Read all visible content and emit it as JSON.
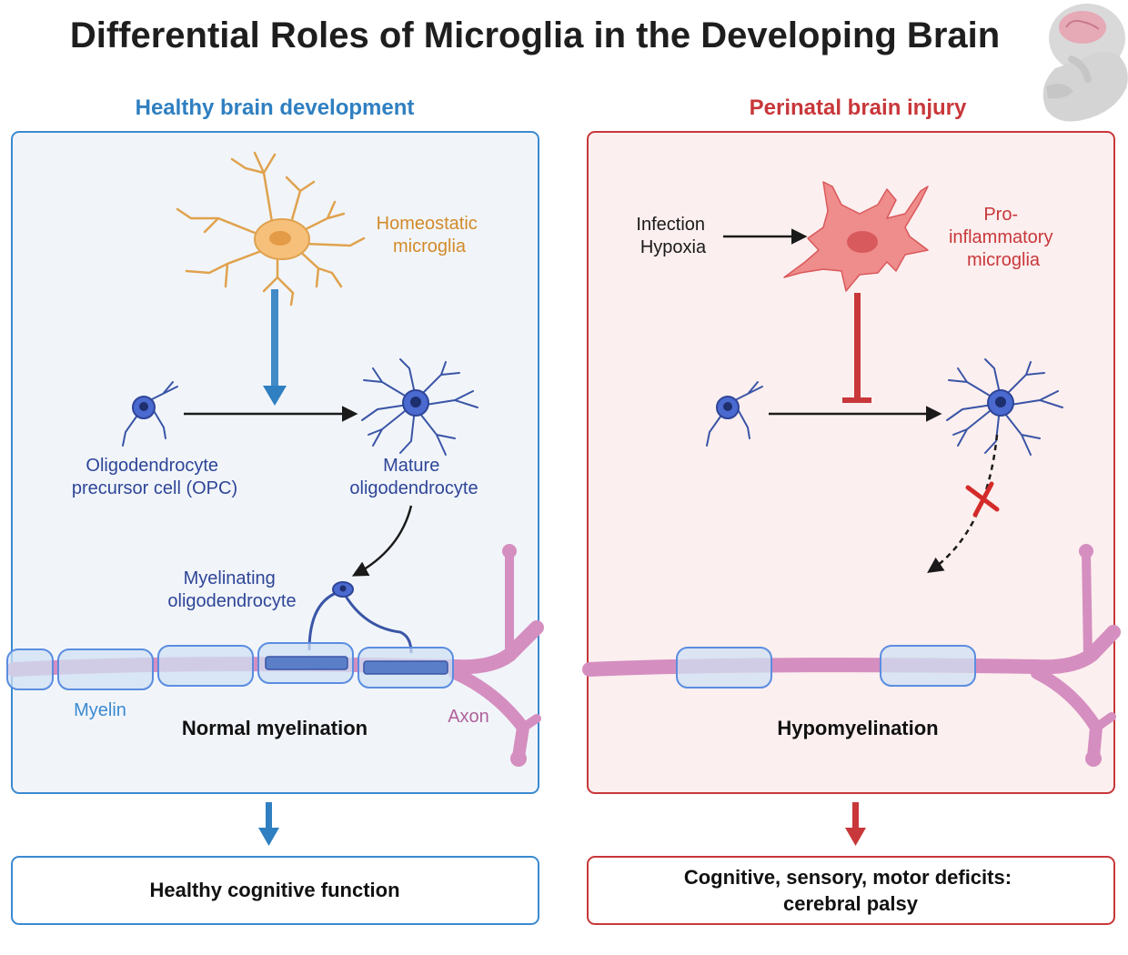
{
  "title": "Differential Roles of Microglia in the Developing Brain",
  "left": {
    "header": "Healthy brain development",
    "microglia_label": [
      "Homeostatic",
      "microglia"
    ],
    "opc_label": [
      "Oligodendrocyte",
      "precursor cell (OPC)"
    ],
    "mature_label": [
      "Mature",
      "oligodendrocyte"
    ],
    "myelinating_label": [
      "Myelinating",
      "oligodendrocyte"
    ],
    "myelin_label": "Myelin",
    "axon_label": "Axon",
    "result": "Normal myelination",
    "outcome": "Healthy cognitive function"
  },
  "right": {
    "header": "Perinatal brain injury",
    "triggers": [
      "Infection",
      "Hypoxia"
    ],
    "microglia_label": [
      "Pro-",
      "inflammatory",
      "microglia"
    ],
    "result": "Hypomyelination",
    "outcome": [
      "Cognitive, sensory, motor deficits:",
      "cerebral palsy"
    ]
  },
  "colors": {
    "healthy_blue": "#2f7fc1",
    "injury_red": "#c8373a",
    "healthy_panel_bg": "#f1f5fa",
    "injury_panel_bg": "#fcefef",
    "homeostatic_microglia": "#f6c07a",
    "homeostatic_label": "#d38a2a",
    "inflammatory_microglia": "#ef8c8c",
    "oligodendrocyte": "#3a55a6",
    "axon": "#d58ec0",
    "axon_label": "#b0609a",
    "myelin_fill": "#cfe0f3",
    "myelin_stroke": "#5b8de0"
  }
}
